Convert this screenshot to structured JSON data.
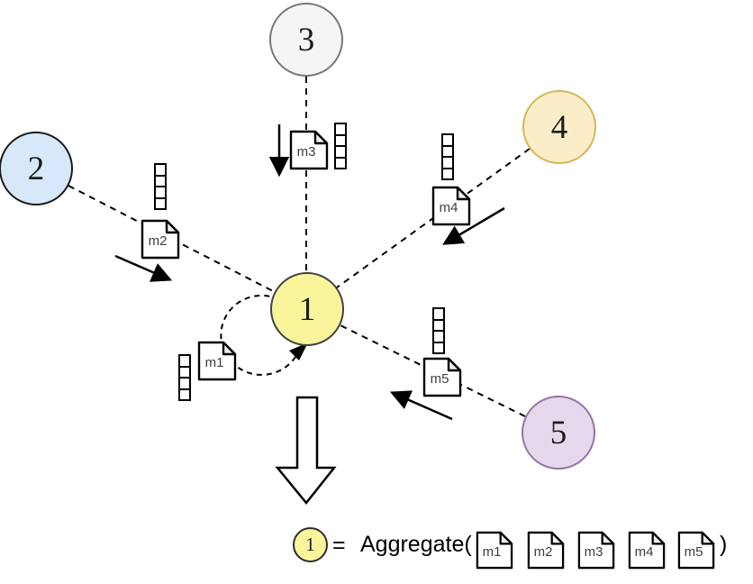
{
  "diagram": {
    "nodes": [
      {
        "id": "1",
        "label": "1",
        "fill": "#FAF59B",
        "stroke": "#424242"
      },
      {
        "id": "2",
        "label": "2",
        "fill": "#D6E8FA",
        "stroke": "#1A1A1A"
      },
      {
        "id": "3",
        "label": "3",
        "fill": "#F5F5F5",
        "stroke": "#787878"
      },
      {
        "id": "4",
        "label": "4",
        "fill": "#FAEDC8",
        "stroke": "#D6B656"
      },
      {
        "id": "5",
        "label": "5",
        "fill": "#E5D8EB",
        "stroke": "#9673A6"
      }
    ],
    "messages": [
      {
        "label": "m1"
      },
      {
        "label": "m2"
      },
      {
        "label": "m3"
      },
      {
        "label": "m4"
      },
      {
        "label": "m5"
      }
    ],
    "edges": [
      {
        "from": "2",
        "to": "1",
        "style": "dashed"
      },
      {
        "from": "3",
        "to": "1",
        "style": "dashed"
      },
      {
        "from": "4",
        "to": "1",
        "style": "dashed"
      },
      {
        "from": "5",
        "to": "1",
        "style": "dashed"
      },
      {
        "from": "1",
        "to": "1",
        "style": "dashed-self-loop"
      }
    ]
  },
  "formula": {
    "node_label": "1",
    "equals_sign": "=",
    "function_text": "Aggregate(",
    "arguments": [
      "m1",
      "m2",
      "m3",
      "m4",
      "m5"
    ],
    "closing_paren": ")"
  },
  "icons": {
    "message": "document-icon",
    "vector": "feature-vector-icon",
    "flow": "down-arrow-icon"
  },
  "colors": {
    "background": "#FFFFFF",
    "line": "#000000",
    "doc_fill": "#FFFFFF",
    "doc_fold": "#EDEDED",
    "label": "#3D3D3D"
  }
}
